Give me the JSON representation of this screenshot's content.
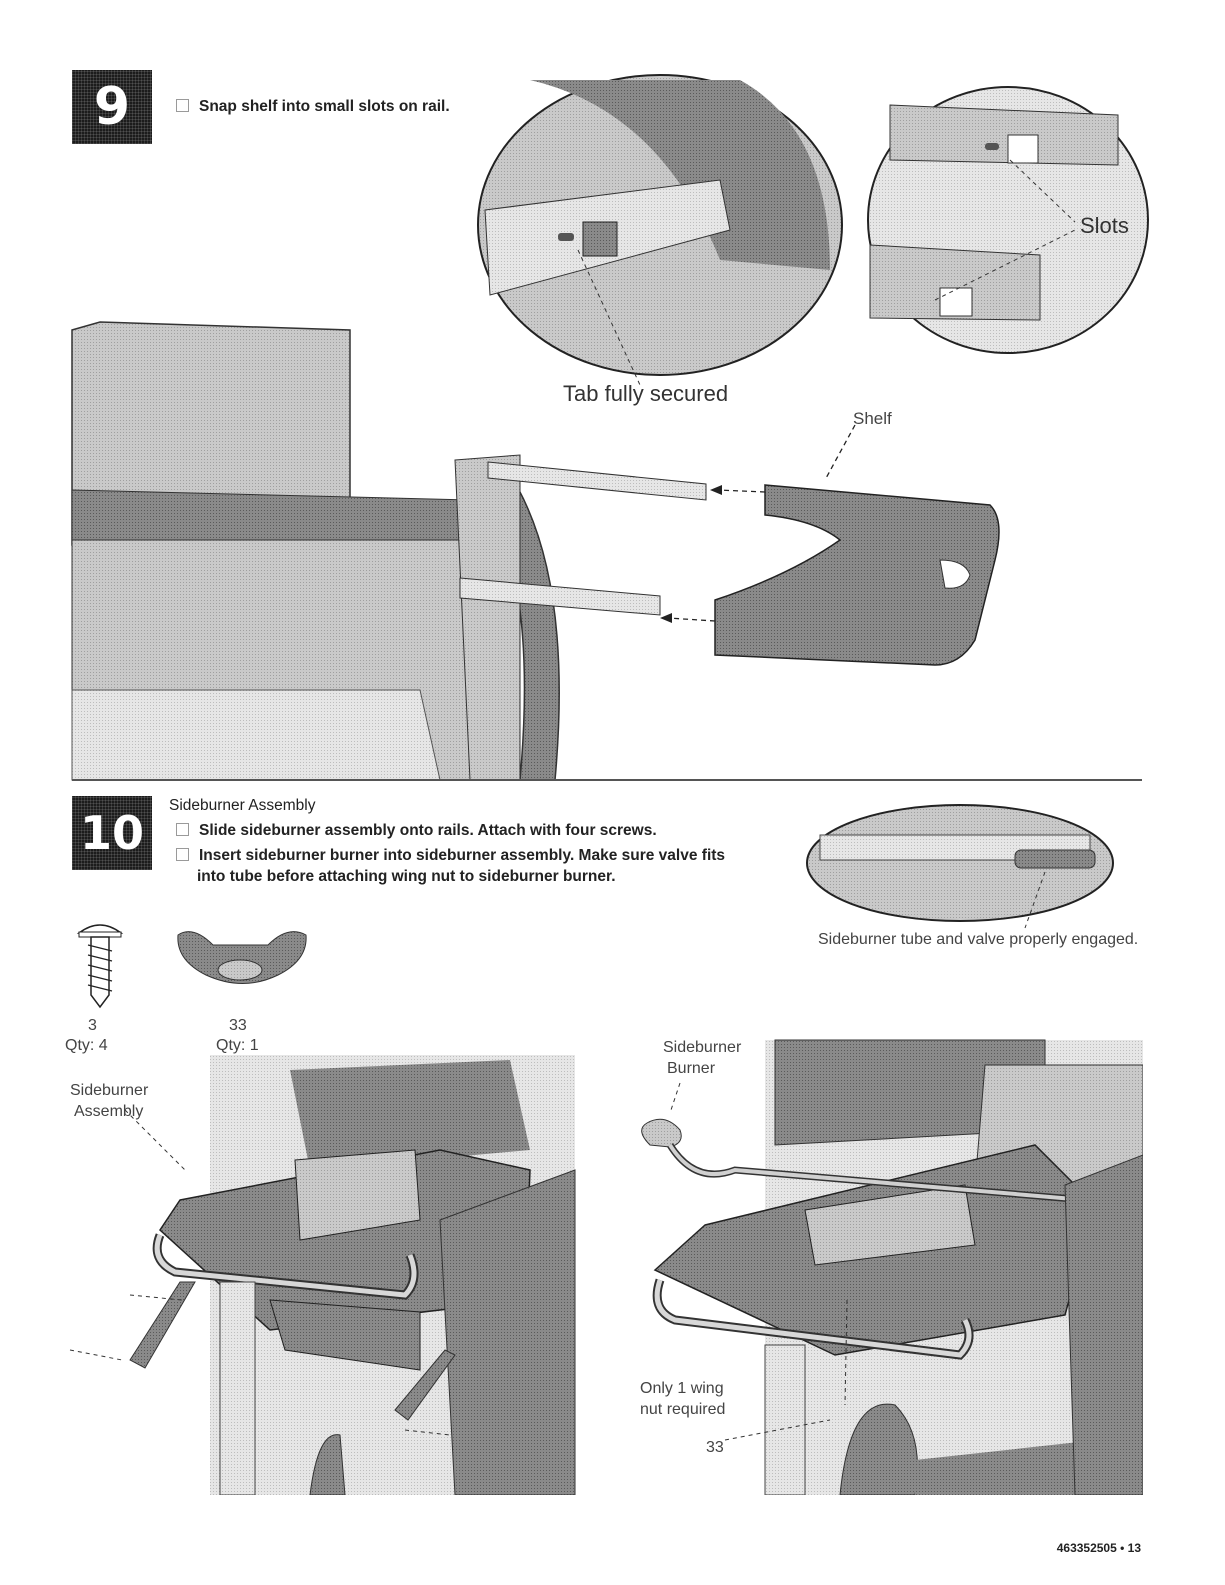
{
  "step9": {
    "number": "9",
    "instruction": "Snap shelf into small slots on rail.",
    "callouts": {
      "slots": "Slots",
      "tab": "Tab fully secured",
      "shelf": "Shelf"
    }
  },
  "step10": {
    "number": "10",
    "title": "Sideburner Assembly",
    "instructions": [
      "Slide sideburner assembly onto rails. Attach with four screws.",
      "Insert sideburner burner into sideburner assembly. Make sure valve fits into tube before attaching wing nut to sideburner burner."
    ],
    "detail_caption": "Sideburner tube and valve properly engaged.",
    "parts": [
      {
        "number": "3",
        "qty": "Qty: 4",
        "icon": "screw-icon"
      },
      {
        "number": "33",
        "qty": "Qty: 1",
        "icon": "wing-nut-icon"
      }
    ],
    "callouts": {
      "assembly_line1": "Sideburner",
      "assembly_line2": "Assembly",
      "burner_line1": "Sideburner",
      "burner_line2": "Burner",
      "wingnut_line1": "Only 1 wing",
      "wingnut_line2": "nut required",
      "part33": "33"
    }
  },
  "footer": {
    "page_label": "463352505 • 13"
  }
}
